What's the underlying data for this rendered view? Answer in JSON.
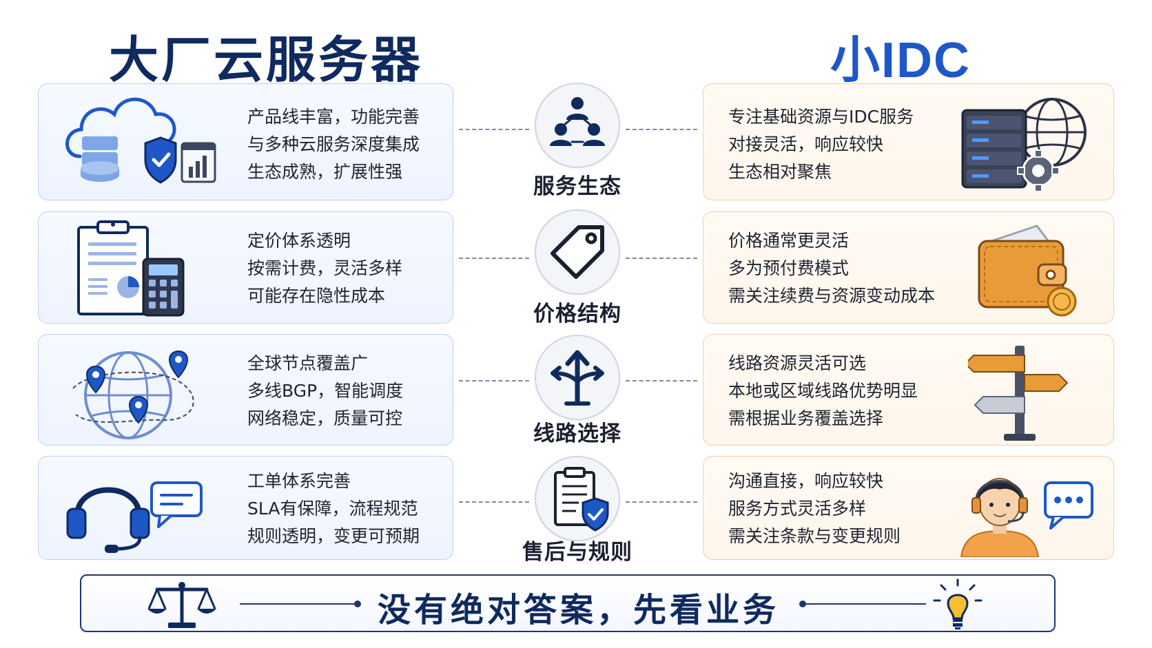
{
  "titles": {
    "left": "大厂云服务器",
    "right": "小IDC"
  },
  "rows": [
    {
      "hub_label": "服务生态",
      "left_lines": [
        "产品线丰富，功能完善",
        "与多种云服务深度集成",
        "生态成熟，扩展性强"
      ],
      "right_lines": [
        "专注基础资源与IDC服务",
        "对接灵活，响应较快",
        "生态相对聚焦"
      ]
    },
    {
      "hub_label": "价格结构",
      "left_lines": [
        "定价体系透明",
        "按需计费，灵活多样",
        "可能存在隐性成本"
      ],
      "right_lines": [
        "价格通常更灵活",
        "多为预付费模式",
        "需关注续费与资源变动成本"
      ]
    },
    {
      "hub_label": "线路选择",
      "left_lines": [
        "全球节点覆盖广",
        "多线BGP，智能调度",
        "网络稳定，质量可控"
      ],
      "right_lines": [
        "线路资源灵活可选",
        "本地或区域线路优势明显",
        "需根据业务覆盖选择"
      ]
    },
    {
      "hub_label": "售后与规则",
      "left_lines": [
        "工单体系完善",
        "SLA有保障，流程规范",
        "规则透明，变更可预期"
      ],
      "right_lines": [
        "沟通直接，响应较快",
        "服务方式灵活多样",
        "需关注条款与变更规则"
      ]
    }
  ],
  "banner": {
    "slogan": "没有绝对答案，先看业务"
  },
  "colors": {
    "navy": "#0f2a5f",
    "blue": "#1e58c8",
    "orange": "#e98f2e",
    "left_border": "#bcd0f0",
    "right_border": "#f0cfa8"
  },
  "icons": {
    "row1_left": "cloud-database-shield-icon",
    "row1_hub": "people-network-icon",
    "row1_right": "server-globe-gear-icon",
    "row2_left": "clipboard-calculator-icon",
    "row2_hub": "price-tag-icon",
    "row2_right": "wallet-coin-icon",
    "row3_left": "globe-location-pins-icon",
    "row3_hub": "branching-arrows-icon",
    "row3_right": "signpost-icon",
    "row4_left": "headset-chat-icon",
    "row4_hub": "clipboard-shield-check-icon",
    "row4_right": "support-agent-chat-icon",
    "banner_left": "balance-scale-icon",
    "banner_right": "lightbulb-icon"
  }
}
